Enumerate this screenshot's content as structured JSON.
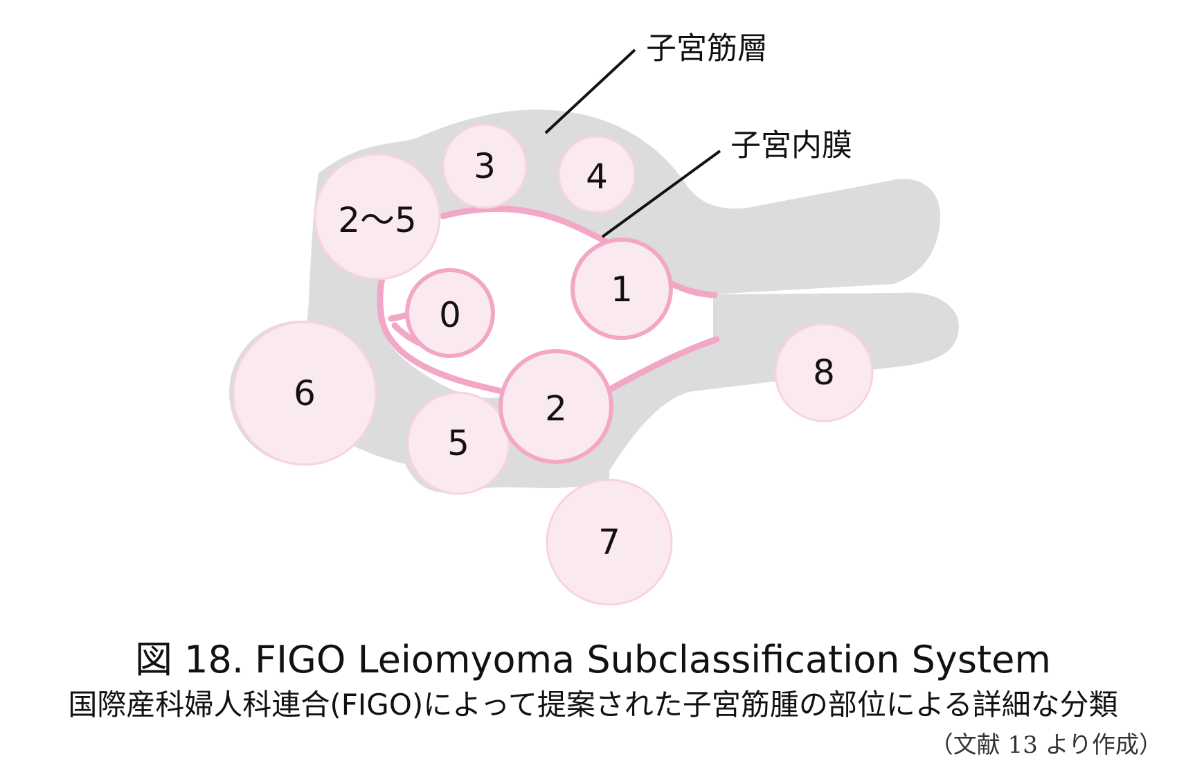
{
  "labels": {
    "myometrium": "子宮筋層",
    "endometrium": "子宮内膜"
  },
  "fibroids": [
    {
      "id": "0",
      "label": "0"
    },
    {
      "id": "1",
      "label": "1"
    },
    {
      "id": "2",
      "label": "2"
    },
    {
      "id": "2-5",
      "label": "2～5"
    },
    {
      "id": "3",
      "label": "3"
    },
    {
      "id": "4",
      "label": "4"
    },
    {
      "id": "5",
      "label": "5"
    },
    {
      "id": "6",
      "label": "6"
    },
    {
      "id": "7",
      "label": "7"
    },
    {
      "id": "8",
      "label": "8"
    }
  ],
  "caption": {
    "figure_no": "図 18.",
    "title": "FIGO Leiomyoma Subclassification System",
    "subtitle": "国際産科婦人科連合(FIGO)によって提案された子宮筋腫の部位による詳細な分類",
    "source": "（文献 13 より作成）"
  },
  "colors": {
    "uterus_wall": "#dcdcdc",
    "endometrium_line": "#f2a7c6",
    "fibroid_fill": "#fbe9f0",
    "fibroid_border": "#f2a7c6"
  }
}
